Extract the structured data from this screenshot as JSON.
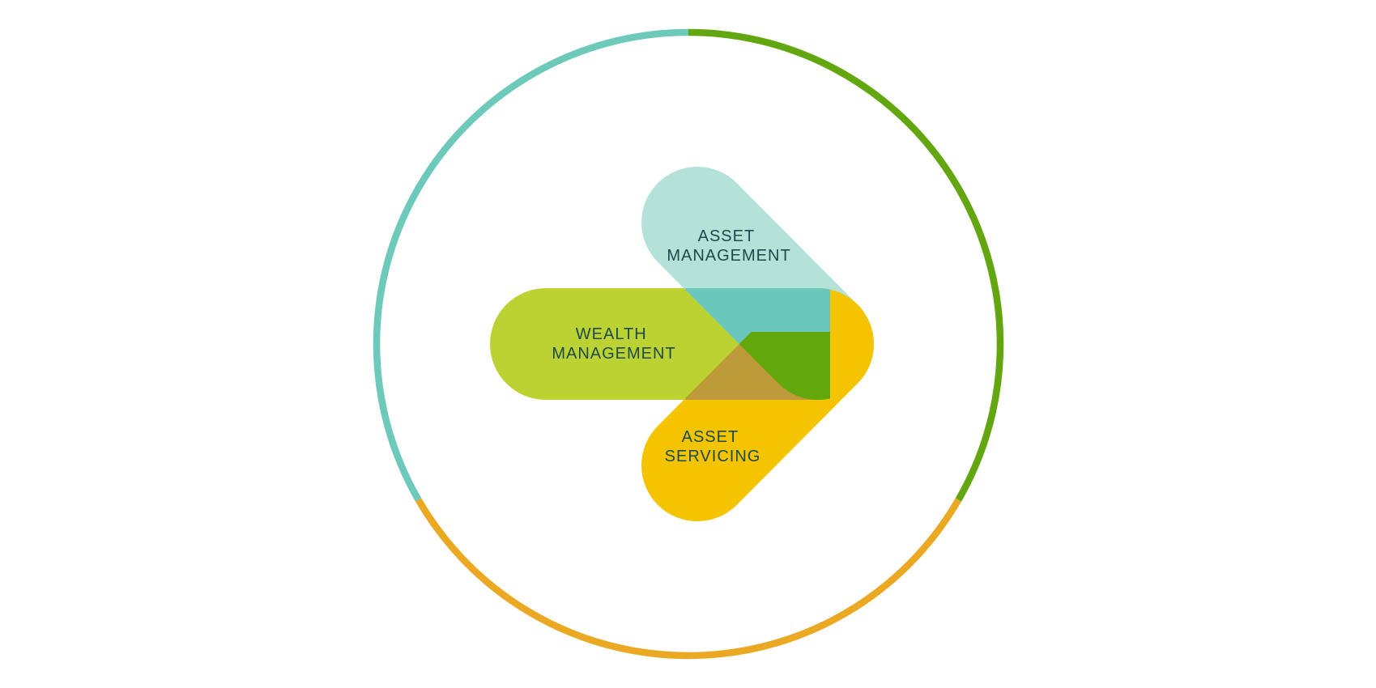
{
  "diagram": {
    "segments": [
      {
        "id": "asset-management",
        "lines": [
          "ASSET",
          "MANAGEMENT"
        ],
        "color": "#b4e2d8"
      },
      {
        "id": "wealth-management",
        "lines": [
          "WEALTH",
          "MANAGEMENT"
        ],
        "color": "#bcd232"
      },
      {
        "id": "asset-servicing",
        "lines": [
          "ASSET",
          "SERVICING"
        ],
        "color": "#f4c400"
      }
    ],
    "overlap_colors": {
      "asset-wealth": "#69c8bb",
      "wealth-servicing": "#bd9b38",
      "all": "#62a70b"
    },
    "ring_colors": {
      "top-left": "#6dcabb",
      "right": "#62a70f",
      "bottom": "#eaa823"
    },
    "text_color": "#1d4a4a"
  }
}
